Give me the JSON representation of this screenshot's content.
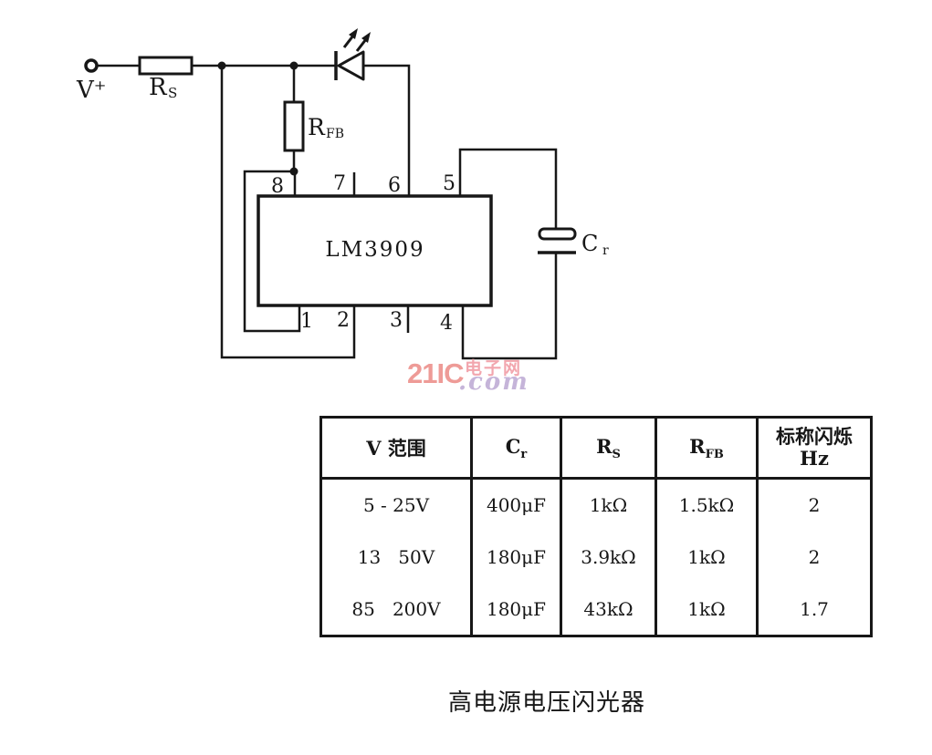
{
  "page": {
    "ink": "#171717",
    "background": "#ffffff"
  },
  "watermark": {
    "brand": "21IC",
    "cn": "电子网",
    "com": ".com",
    "brand_color": "#ee9b97",
    "cn_color": "#f2a6ae",
    "com_color": "#c5b4d9",
    "brand_style": "color:#ee9b97",
    "cn_style": "color:#f2a6ae",
    "com_style": "color:#c5b4d9"
  },
  "circuit": {
    "supply_label": "V⁺",
    "ic_label": "LM3909",
    "rs": {
      "main": "R",
      "sub": "S"
    },
    "rfb": {
      "main": "R",
      "sub": "FB"
    },
    "cr": {
      "main": "C",
      "sub": "r"
    },
    "pins": {
      "top": [
        "8",
        "7",
        "6",
        "5"
      ],
      "bottom": [
        "1",
        "2",
        "3",
        "4"
      ]
    }
  },
  "table": {
    "headers": {
      "col1": "V 范围",
      "col2": {
        "main": "C",
        "sub": "r"
      },
      "col3": {
        "main": "R",
        "sub": "S"
      },
      "col4": {
        "main": "R",
        "sub": "FB"
      },
      "col5_line1": "标称闪烁",
      "col5_line2": "Hz"
    },
    "rows": [
      [
        "5 - 25V",
        "400μF",
        "1kΩ",
        "1.5kΩ",
        "2"
      ],
      [
        "13   50V",
        "180μF",
        "3.9kΩ",
        "1kΩ",
        "2"
      ],
      [
        "85   200V",
        "180μF",
        "43kΩ",
        "1kΩ",
        "1.7"
      ]
    ]
  },
  "caption": "高电源电压闪光器"
}
